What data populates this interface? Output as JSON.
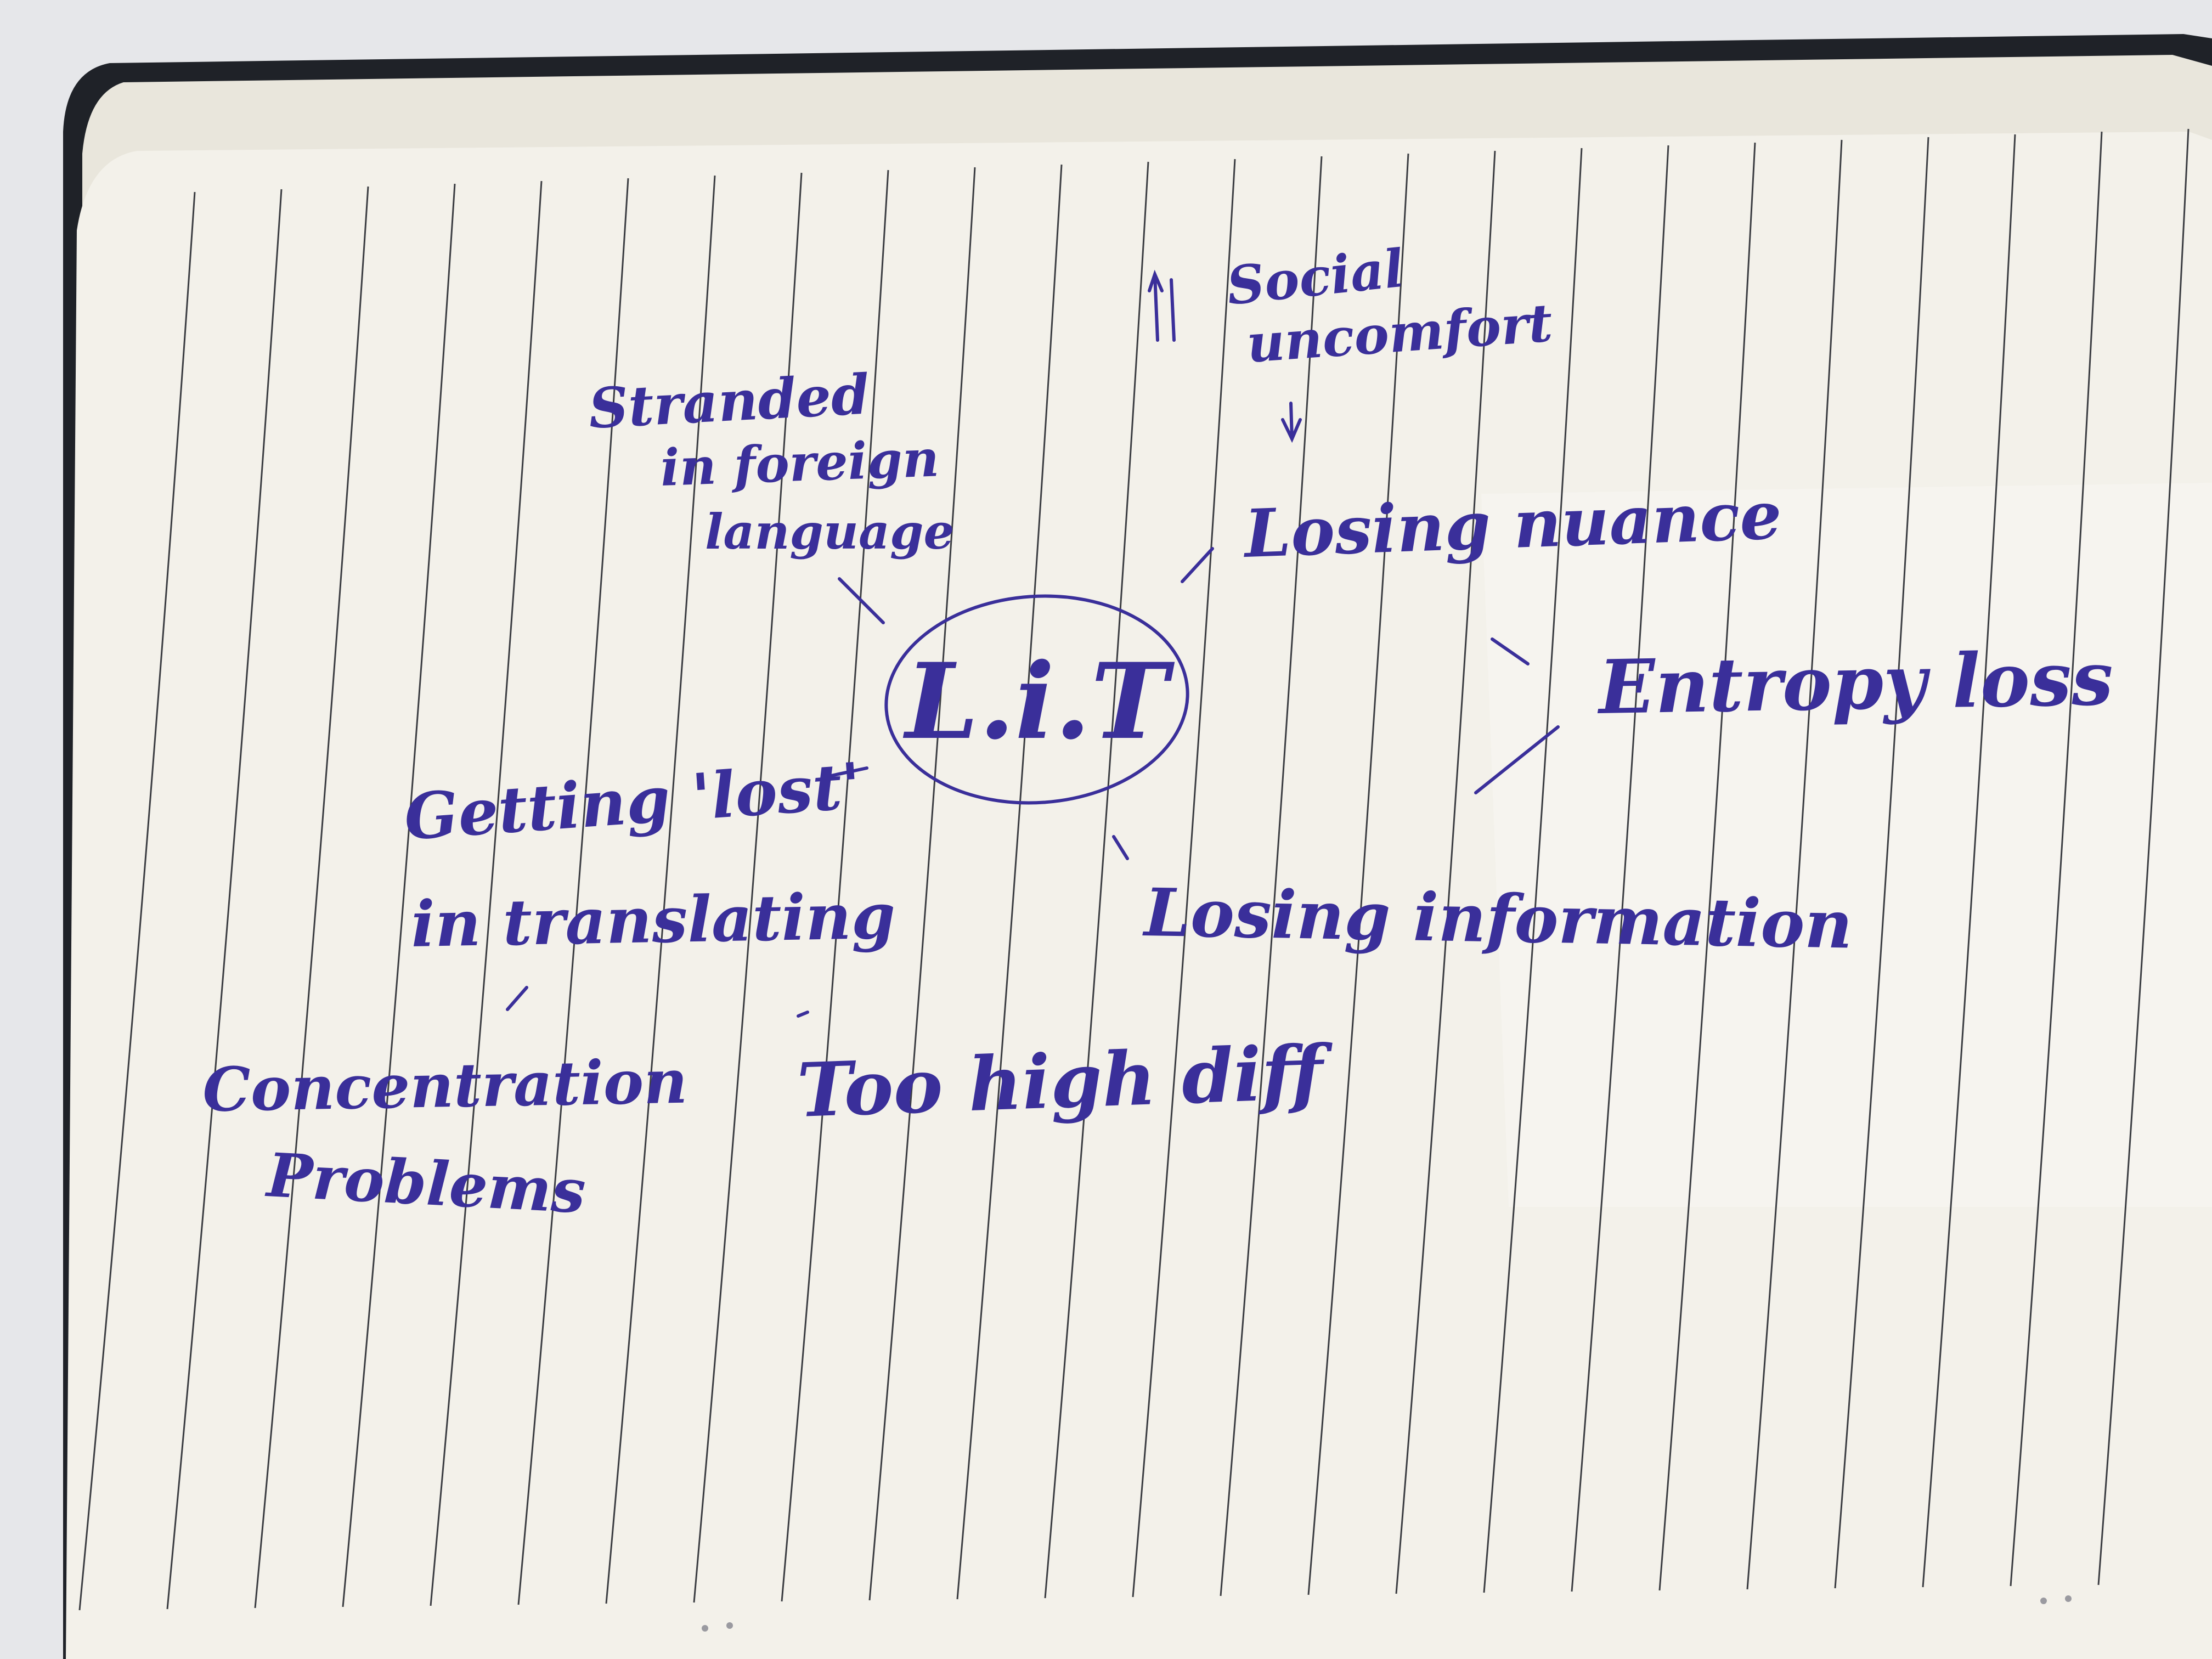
{
  "scene": {
    "description_kind": "handwritten mind map on lined notebook page",
    "colors": {
      "ink": "#3a2f9a",
      "paper": "#f3f1ea",
      "cover": "#1f2228",
      "background": "#e6e7ea",
      "rule_line": "#3b3d42"
    }
  },
  "mindmap": {
    "center": "L.i.T",
    "nodes": {
      "social": [
        "Social",
        "uncomfort"
      ],
      "stranded": [
        "Stranded",
        "in foreign",
        "language"
      ],
      "losing_nuance": "Losing nuance",
      "entropy": "Entropy loss",
      "getting_lost": [
        "Getting 'lost'",
        "in translating"
      ],
      "losing_info": "Losing information",
      "concentration": [
        "Concentration",
        "Problems"
      ],
      "too_high": "Too high diff"
    }
  }
}
